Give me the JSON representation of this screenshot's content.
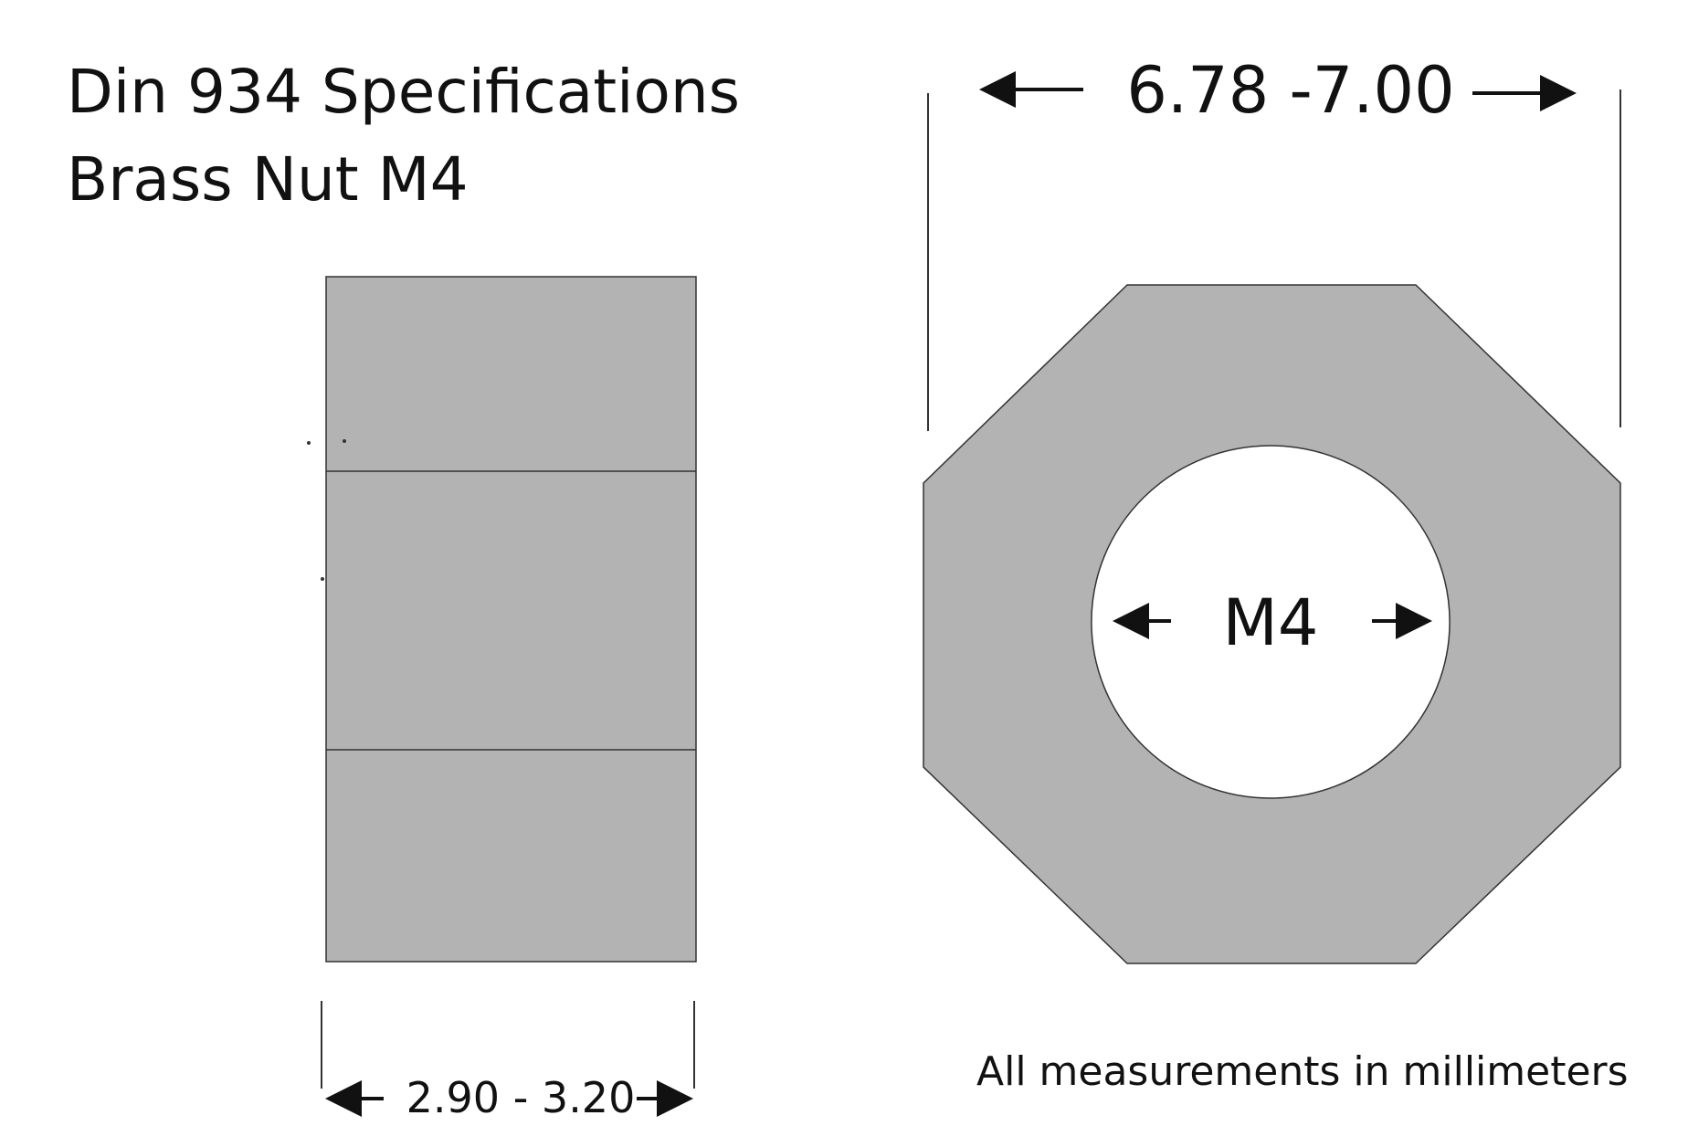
{
  "title": {
    "line1": "Din 934 Specifications",
    "line2": "Brass Nut M4"
  },
  "side_view": {
    "thickness_label": "2.90 - 3.20"
  },
  "top_view": {
    "width_across_flats_label": "6.78 -7.00",
    "thread_label": "M4"
  },
  "note": "All measurements in millimeters",
  "colors": {
    "nut_fill": "#b3b3b3",
    "outline": "#333333",
    "ink": "#111111",
    "background": "#ffffff"
  }
}
